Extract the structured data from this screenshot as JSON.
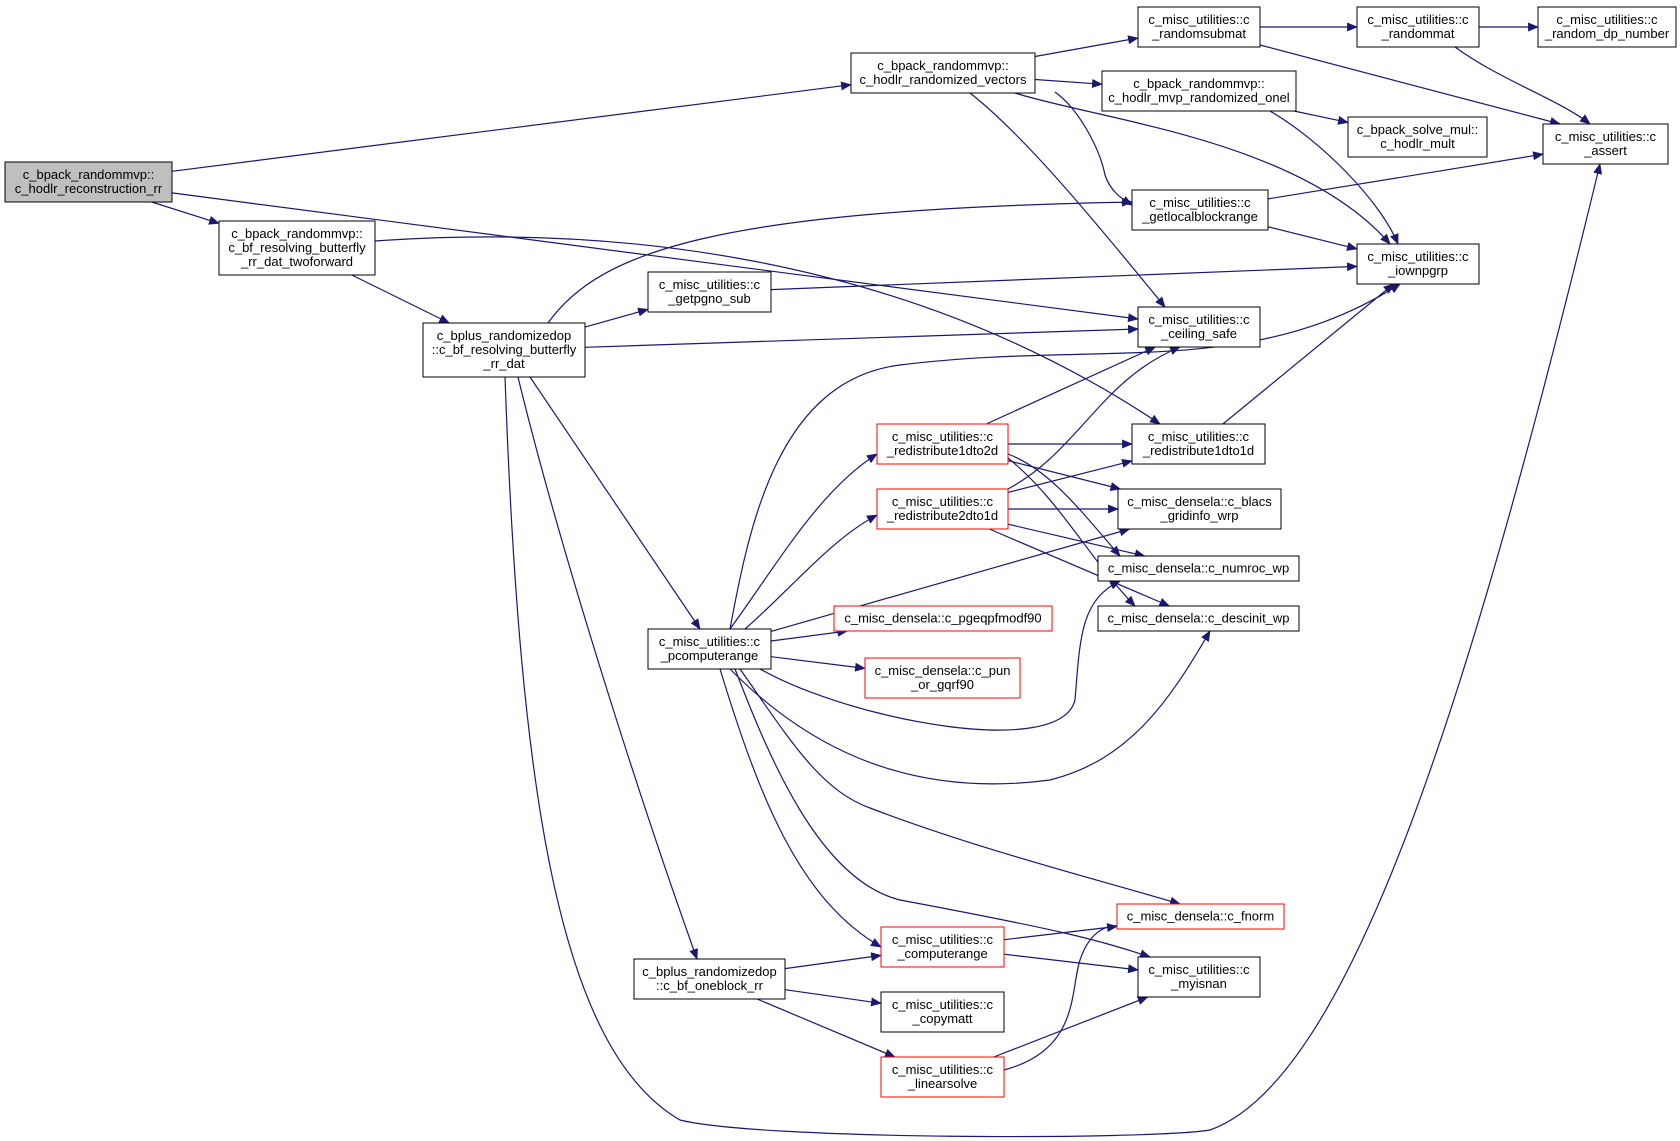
{
  "colors": {
    "edge": "#191970",
    "border_default": "#000000",
    "border_truncated": "#ff0000",
    "fill_root": "#bfbfbf",
    "fill_default": "#ffffff"
  },
  "nodes": [
    {
      "id": "root",
      "lines": [
        "c_bpack_randommvp::",
        "c_hodlr_reconstruction_rr"
      ],
      "root": true,
      "truncated": false
    },
    {
      "id": "randomized_vectors",
      "lines": [
        "c_bpack_randommvp::",
        "c_hodlr_randomized_vectors"
      ],
      "truncated": false
    },
    {
      "id": "randomsubmat",
      "lines": [
        "c_misc_utilities::c",
        "_randomsubmat"
      ],
      "truncated": false
    },
    {
      "id": "randommat",
      "lines": [
        "c_misc_utilities::c",
        "_randommat"
      ],
      "truncated": false
    },
    {
      "id": "random_dp_number",
      "lines": [
        "c_misc_utilities::c",
        "_random_dp_number"
      ],
      "truncated": false
    },
    {
      "id": "mvp_onel",
      "lines": [
        "c_bpack_randommvp::",
        "c_hodlr_mvp_randomized_onel"
      ],
      "truncated": false
    },
    {
      "id": "hodlr_mult",
      "lines": [
        "c_bpack_solve_mul::",
        "c_hodlr_mult"
      ],
      "truncated": false
    },
    {
      "id": "assert",
      "lines": [
        "c_misc_utilities::c",
        "_assert"
      ],
      "truncated": false
    },
    {
      "id": "getlocalblockrange",
      "lines": [
        "c_misc_utilities::c",
        "_getlocalblockrange"
      ],
      "truncated": false
    },
    {
      "id": "iownpgrp",
      "lines": [
        "c_misc_utilities::c",
        "_iownpgrp"
      ],
      "truncated": false
    },
    {
      "id": "bf_twoforward",
      "lines": [
        "c_bpack_randommvp::",
        "c_bf_resolving_butterfly",
        "_rr_dat_twoforward"
      ],
      "truncated": false
    },
    {
      "id": "getpgno_sub",
      "lines": [
        "c_misc_utilities::c",
        "_getpgno_sub"
      ],
      "truncated": false
    },
    {
      "id": "bplus_rr_dat",
      "lines": [
        "c_bplus_randomizedop",
        "::c_bf_resolving_butterfly",
        "_rr_dat"
      ],
      "truncated": false
    },
    {
      "id": "ceiling_safe",
      "lines": [
        "c_misc_utilities::c",
        "_ceiling_safe"
      ],
      "truncated": false
    },
    {
      "id": "redistribute1dto2d",
      "lines": [
        "c_misc_utilities::c",
        "_redistribute1dto2d"
      ],
      "truncated": true
    },
    {
      "id": "redistribute1dto1d",
      "lines": [
        "c_misc_utilities::c",
        "_redistribute1dto1d"
      ],
      "truncated": false
    },
    {
      "id": "redistribute2dto1d",
      "lines": [
        "c_misc_utilities::c",
        "_redistribute2dto1d"
      ],
      "truncated": true
    },
    {
      "id": "blacs_gridinfo",
      "lines": [
        "c_misc_densela::c_blacs",
        "_gridinfo_wrp"
      ],
      "truncated": false
    },
    {
      "id": "numroc",
      "lines": [
        "c_misc_densela::c_numroc_wp"
      ],
      "truncated": false
    },
    {
      "id": "descinit",
      "lines": [
        "c_misc_densela::c_descinit_wp"
      ],
      "truncated": false
    },
    {
      "id": "pgeqpfmodf90",
      "lines": [
        "c_misc_densela::c_pgeqpfmodf90"
      ],
      "truncated": true
    },
    {
      "id": "pcomputerange",
      "lines": [
        "c_misc_utilities::c",
        "_pcomputerange"
      ],
      "truncated": false
    },
    {
      "id": "pun_or_gqrf90",
      "lines": [
        "c_misc_densela::c_pun",
        "_or_gqrf90"
      ],
      "truncated": true
    },
    {
      "id": "fnorm",
      "lines": [
        "c_misc_densela::c_fnorm"
      ],
      "truncated": true
    },
    {
      "id": "computerange",
      "lines": [
        "c_misc_utilities::c",
        "_computerange"
      ],
      "truncated": true
    },
    {
      "id": "myisnan",
      "lines": [
        "c_misc_utilities::c",
        "_myisnan"
      ],
      "truncated": false
    },
    {
      "id": "oneblock_rr",
      "lines": [
        "c_bplus_randomizedop",
        "::c_bf_oneblock_rr"
      ],
      "truncated": false
    },
    {
      "id": "copymatt",
      "lines": [
        "c_misc_utilities::c",
        "_copymatt"
      ],
      "truncated": false
    },
    {
      "id": "linearsolve",
      "lines": [
        "c_misc_utilities::c",
        "_linearsolve"
      ],
      "truncated": true
    }
  ],
  "edges": [
    {
      "from": "root",
      "to": "randomized_vectors"
    },
    {
      "from": "root",
      "to": "ceiling_safe"
    },
    {
      "from": "root",
      "to": "bf_twoforward"
    },
    {
      "from": "randomized_vectors",
      "to": "randomsubmat"
    },
    {
      "from": "randomized_vectors",
      "to": "mvp_onel"
    },
    {
      "from": "randomized_vectors",
      "to": "iownpgrp"
    },
    {
      "from": "randomized_vectors",
      "to": "getlocalblockrange"
    },
    {
      "from": "randomized_vectors",
      "to": "ceiling_safe"
    },
    {
      "from": "randomsubmat",
      "to": "randommat"
    },
    {
      "from": "randomsubmat",
      "to": "assert"
    },
    {
      "from": "randommat",
      "to": "random_dp_number"
    },
    {
      "from": "randommat",
      "to": "assert"
    },
    {
      "from": "mvp_onel",
      "to": "hodlr_mult"
    },
    {
      "from": "mvp_onel",
      "to": "iownpgrp"
    },
    {
      "from": "getlocalblockrange",
      "to": "assert"
    },
    {
      "from": "getlocalblockrange",
      "to": "iownpgrp"
    },
    {
      "from": "bf_twoforward",
      "to": "bplus_rr_dat"
    },
    {
      "from": "bf_twoforward",
      "to": "redistribute1dto1d"
    },
    {
      "from": "bplus_rr_dat",
      "to": "getpgno_sub"
    },
    {
      "from": "bplus_rr_dat",
      "to": "getlocalblockrange"
    },
    {
      "from": "bplus_rr_dat",
      "to": "ceiling_safe"
    },
    {
      "from": "bplus_rr_dat",
      "to": "pcomputerange"
    },
    {
      "from": "bplus_rr_dat",
      "to": "oneblock_rr"
    },
    {
      "from": "bplus_rr_dat",
      "to": "assert"
    },
    {
      "from": "getpgno_sub",
      "to": "iownpgrp"
    },
    {
      "from": "redistribute1dto1d",
      "to": "iownpgrp"
    },
    {
      "from": "redistribute1dto2d",
      "to": "ceiling_safe"
    },
    {
      "from": "redistribute1dto2d",
      "to": "redistribute1dto1d"
    },
    {
      "from": "redistribute1dto2d",
      "to": "blacs_gridinfo"
    },
    {
      "from": "redistribute1dto2d",
      "to": "numroc"
    },
    {
      "from": "redistribute1dto2d",
      "to": "descinit"
    },
    {
      "from": "redistribute2dto1d",
      "to": "ceiling_safe"
    },
    {
      "from": "redistribute2dto1d",
      "to": "redistribute1dto1d"
    },
    {
      "from": "redistribute2dto1d",
      "to": "blacs_gridinfo"
    },
    {
      "from": "redistribute2dto1d",
      "to": "numroc"
    },
    {
      "from": "redistribute2dto1d",
      "to": "descinit"
    },
    {
      "from": "pcomputerange",
      "to": "iownpgrp"
    },
    {
      "from": "pcomputerange",
      "to": "redistribute1dto2d"
    },
    {
      "from": "pcomputerange",
      "to": "redistribute2dto1d"
    },
    {
      "from": "pcomputerange",
      "to": "blacs_gridinfo"
    },
    {
      "from": "pcomputerange",
      "to": "pgeqpfmodf90"
    },
    {
      "from": "pcomputerange",
      "to": "pun_or_gqrf90"
    },
    {
      "from": "pcomputerange",
      "to": "numroc"
    },
    {
      "from": "pcomputerange",
      "to": "descinit"
    },
    {
      "from": "pcomputerange",
      "to": "fnorm"
    },
    {
      "from": "pcomputerange",
      "to": "myisnan"
    },
    {
      "from": "pcomputerange",
      "to": "computerange"
    },
    {
      "from": "computerange",
      "to": "fnorm"
    },
    {
      "from": "computerange",
      "to": "myisnan"
    },
    {
      "from": "oneblock_rr",
      "to": "computerange"
    },
    {
      "from": "oneblock_rr",
      "to": "copymatt"
    },
    {
      "from": "oneblock_rr",
      "to": "linearsolve"
    },
    {
      "from": "linearsolve",
      "to": "fnorm"
    },
    {
      "from": "linearsolve",
      "to": "myisnan"
    }
  ]
}
